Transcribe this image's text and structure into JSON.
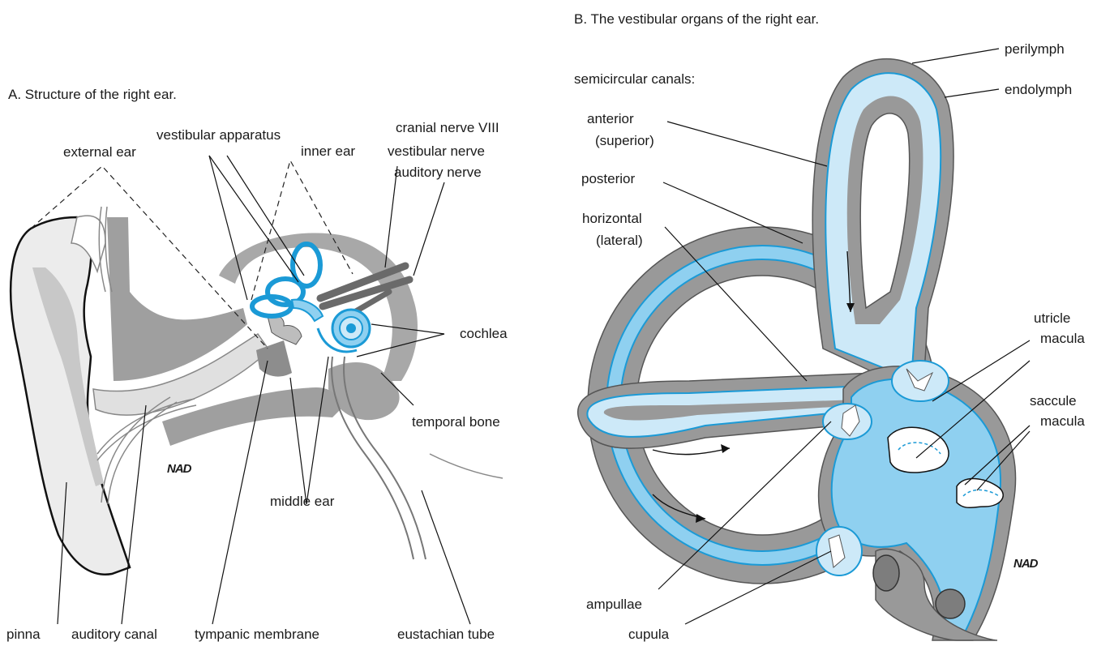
{
  "panel_a": {
    "title": "A. Structure of the right ear.",
    "labels": {
      "vestibular_apparatus": "vestibular apparatus",
      "external_ear": "external ear",
      "inner_ear": "inner ear",
      "cranial_nerve": "cranial nerve VIII",
      "vestibular_nerve": "vestibular nerve",
      "auditory_nerve": "auditory nerve",
      "cochlea": "cochlea",
      "temporal_bone": "temporal bone",
      "middle_ear": "middle ear",
      "pinna": "pinna",
      "auditory_canal": "auditory canal",
      "tympanic_membrane": "tympanic membrane",
      "eustachian_tube": "eustachian tube"
    },
    "signature": "NAD"
  },
  "panel_b": {
    "title": "B. The vestibular organs of the right ear.",
    "labels": {
      "semicircular_canals": "semicircular canals:",
      "anterior": "anterior",
      "superior": "(superior)",
      "posterior": "posterior",
      "horizontal": "horizontal",
      "lateral": "(lateral)",
      "perilymph": "perilymph",
      "endolymph": "endolymph",
      "utricle": "utricle",
      "utricle_macula": "macula",
      "saccule": "saccule",
      "saccule_macula": "macula",
      "ampullae": "ampullae",
      "cupula": "cupula"
    },
    "signature": "NAD"
  },
  "colors": {
    "bone": "#a3a3a3",
    "light_bone": "#d2d2d2",
    "perilymph": "#999999",
    "endolymph_light": "#cde9f8",
    "endolymph": "#8fd0f0",
    "blue_line": "#1b9ad6",
    "ink": "#1a1a1a"
  }
}
